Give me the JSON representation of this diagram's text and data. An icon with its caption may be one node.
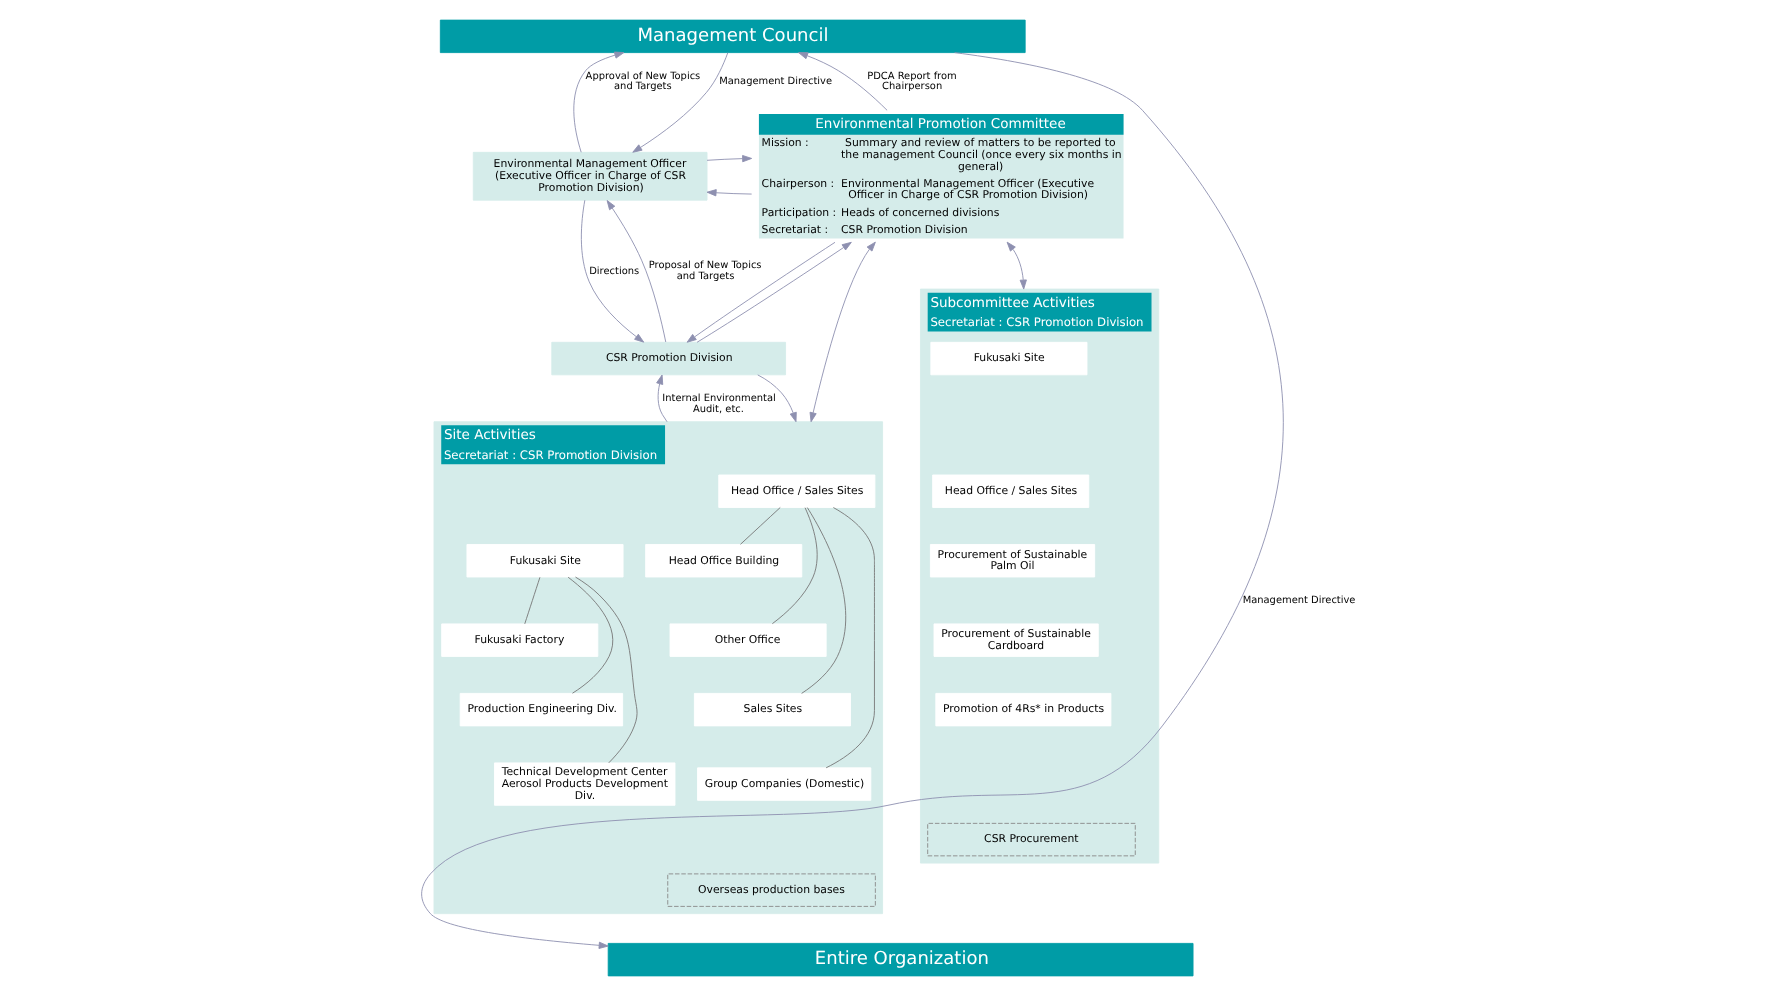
{
  "diagram": {
    "nodes": [
      {
        "text": [
          "Management Council"
        ]
      },
      {
        "text": [
          "Environmental Management Officer (Executive Officer in Charge of CSR Promotion Division)"
        ]
      },
      {
        "text": [
          "CSR Promotion Division"
        ]
      },
      {
        "text": [
          "Environmental Promotion Committee",
          "Mission :",
          "Summary and review of matters to be reported to the management Council (once every six months in general)",
          "Chairperson :",
          "Environmental Management Officer (Executive Officer in Charge of CSR Promotion Division)",
          "Participation :",
          "Heads of concerned divisions",
          "Secretariat :",
          "CSR Promotion Division"
        ]
      },
      {
        "text": [
          "Site Activities",
          "Secretariat : CSR Promotion Division"
        ]
      },
      {
        "text": [
          "Head Office / Sales Sites"
        ],
        "in": 4
      },
      {
        "text": [
          "Head Office Building"
        ],
        "in": 4
      },
      {
        "text": [
          "Other Office"
        ],
        "in": 4
      },
      {
        "text": [
          "Sales Sites"
        ],
        "in": 4
      },
      {
        "text": [
          "Group Companies (Domestic)"
        ],
        "in": 4
      },
      {
        "text": [
          "Fukusaki Site"
        ],
        "in": 4
      },
      {
        "text": [
          "Fukusaki Factory"
        ],
        "in": 4
      },
      {
        "text": [
          "Production Engineering Div."
        ],
        "in": 4
      },
      {
        "text": [
          "Technical Development Center Aerosol Products Development Div."
        ],
        "in": 4
      },
      {
        "text": [
          "Overseas production bases"
        ],
        "in": 4
      },
      {
        "text": [
          "Subcommittee Activities",
          "Secretariat : CSR Promotion Division"
        ]
      },
      {
        "text": [
          "Fukusaki Site"
        ],
        "in": 15
      },
      {
        "text": [
          "Head Office / Sales Sites"
        ],
        "in": 15
      },
      {
        "text": [
          "Procurement of Sustainable Palm Oil"
        ],
        "in": 15
      },
      {
        "text": [
          "Procurement of Sustainable Cardboard"
        ],
        "in": 15
      },
      {
        "text": [
          "Promotion of 4Rs* in Products"
        ],
        "in": 15
      },
      {
        "text": [
          "CSR Procurement"
        ],
        "in": 15
      },
      {
        "text": [
          "Entire Organization"
        ]
      }
    ],
    "edges": [
      {
        "from": 0,
        "to": 1,
        "arrow": "to",
        "label": "Management Directive"
      },
      {
        "from": 1,
        "to": 0,
        "arrow": "to",
        "label": "Approval of New Topics and Targets"
      },
      {
        "from": 3,
        "to": 0,
        "arrow": "to",
        "label": "PDCA Report from Chairperson"
      },
      {
        "from": 0,
        "to": 22,
        "arrow": "to",
        "label": "Management Directive"
      },
      {
        "from": 3,
        "to": 1,
        "arrow": "to"
      },
      {
        "from": 1,
        "to": 3,
        "arrow": "to"
      },
      {
        "from": 1,
        "to": 2,
        "arrow": "to",
        "label": "Directions"
      },
      {
        "from": 2,
        "to": 1,
        "arrow": "to",
        "label": "Proposal of New Topics and Targets"
      },
      {
        "from": 3,
        "to": 2,
        "arrow": "to"
      },
      {
        "from": 2,
        "to": 3,
        "arrow": "to"
      },
      {
        "from": 2,
        "to": 4,
        "arrow": "to"
      },
      {
        "from": 4,
        "to": 2,
        "arrow": "to",
        "label": "Internal Environmental Audit, etc."
      },
      {
        "from": 3,
        "to": 4,
        "arrow": "both"
      },
      {
        "from": 3,
        "to": 15,
        "arrow": "both"
      },
      {
        "from": 5,
        "to": 6,
        "arrow": "none"
      },
      {
        "from": 5,
        "to": 7,
        "arrow": "none"
      },
      {
        "from": 5,
        "to": 8,
        "arrow": "none"
      },
      {
        "from": 5,
        "to": 9,
        "arrow": "none"
      },
      {
        "from": 10,
        "to": 11,
        "arrow": "none"
      },
      {
        "from": 10,
        "to": 12,
        "arrow": "none"
      },
      {
        "from": 10,
        "to": 13,
        "arrow": "none"
      }
    ]
  }
}
